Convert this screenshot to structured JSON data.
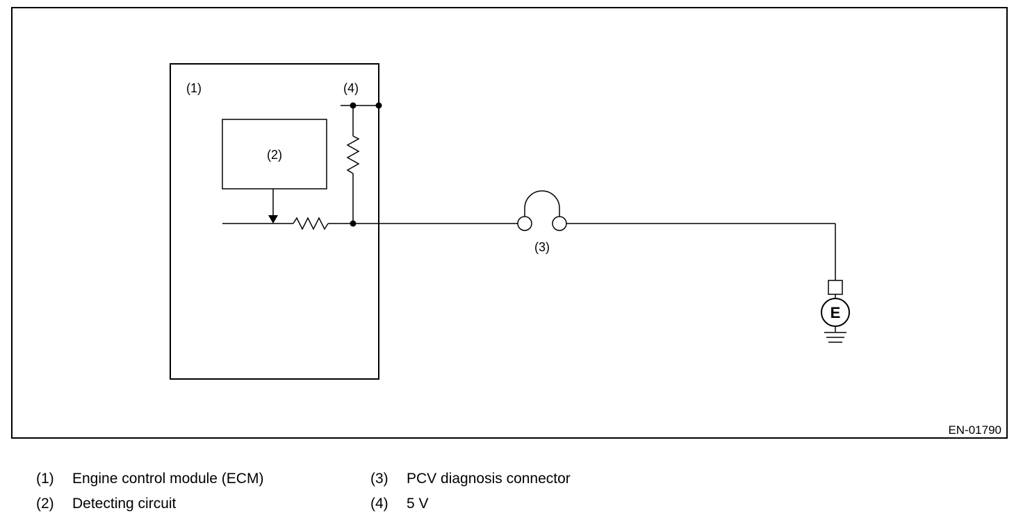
{
  "diagram": {
    "labels": {
      "ecm": "(1)",
      "detecting_circuit": "(2)",
      "pcv_connector": "(3)",
      "five_volt": "(4)"
    },
    "ground_symbol_letter": "E",
    "figure_code": "EN-01790"
  },
  "legend": {
    "items": [
      {
        "number": "(1)",
        "text": "Engine control module (ECM)"
      },
      {
        "number": "(2)",
        "text": "Detecting circuit"
      },
      {
        "number": "(3)",
        "text": "PCV diagnosis connector"
      },
      {
        "number": "(4)",
        "text": "5 V"
      }
    ]
  },
  "colors": {
    "line": "#000000",
    "background": "#ffffff"
  }
}
